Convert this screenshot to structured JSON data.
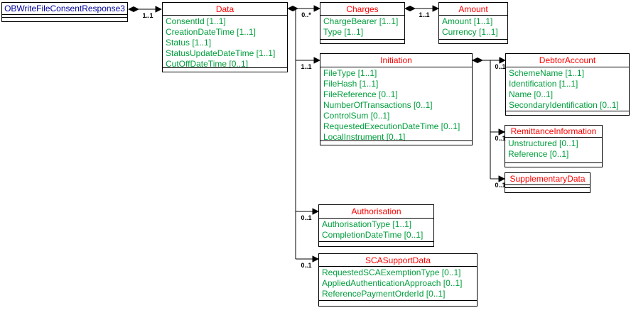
{
  "diagram_title": "OBWriteFileConsentResponse3 UML class diagram",
  "root": {
    "title": "OBWriteFileConsentResponse3"
  },
  "classes": {
    "data": {
      "title": "Data",
      "fields": [
        "ConsentId [1..1]",
        "CreationDateTime [1..1]",
        "Status [1..1]",
        "StatusUpdateDateTime [1..1]",
        "CutOffDateTime [0..1]"
      ]
    },
    "charges": {
      "title": "Charges",
      "fields": [
        "ChargeBearer [1..1]",
        "Type [1..1]"
      ]
    },
    "amount": {
      "title": "Amount",
      "fields": [
        "Amount [1..1]",
        "Currency [1..1]"
      ]
    },
    "initiation": {
      "title": "Initiation",
      "fields": [
        "FileType [1..1]",
        "FileHash [1..1]",
        "FileReference [0..1]",
        "NumberOfTransactions [0..1]",
        "ControlSum [0..1]",
        "RequestedExecutionDateTime [0..1]",
        "LocalInstrument [0..1]"
      ]
    },
    "debtor_account": {
      "title": "DebtorAccount",
      "fields": [
        "SchemeName [1..1]",
        "Identification [1..1]",
        "Name [0..1]",
        "SecondaryIdentification [0..1]"
      ]
    },
    "remittance_information": {
      "title": "RemittanceInformation",
      "fields": [
        "Unstructured [0..1]",
        "Reference [0..1]"
      ]
    },
    "supplementary_data": {
      "title": "SupplementaryData",
      "fields": []
    },
    "authorisation": {
      "title": "Authorisation",
      "fields": [
        "AuthorisationType [1..1]",
        "CompletionDateTime [0..1]"
      ]
    },
    "sca_support_data": {
      "title": "SCASupportData",
      "fields": [
        "RequestedSCAExemptionType [0..1]",
        "AppliedAuthenticationApproach [0..1]",
        "ReferencePaymentOrderId [0..1]"
      ]
    }
  },
  "multiplicities": {
    "root_data": "1..1",
    "data_charges": "0..*",
    "charges_amount": "1..1",
    "data_initiation": "1..1",
    "initiation_debtor_account": "0..1",
    "initiation_remittance_information": "0..1",
    "initiation_supplementary_data": "0..1",
    "data_authorisation": "0..1",
    "data_sca_support_data": "0..1"
  },
  "colors": {
    "class_title": "#ff0000",
    "root_title": "#000099",
    "field_text": "#009e3c",
    "line": "#000000",
    "background": "#ffffff"
  }
}
